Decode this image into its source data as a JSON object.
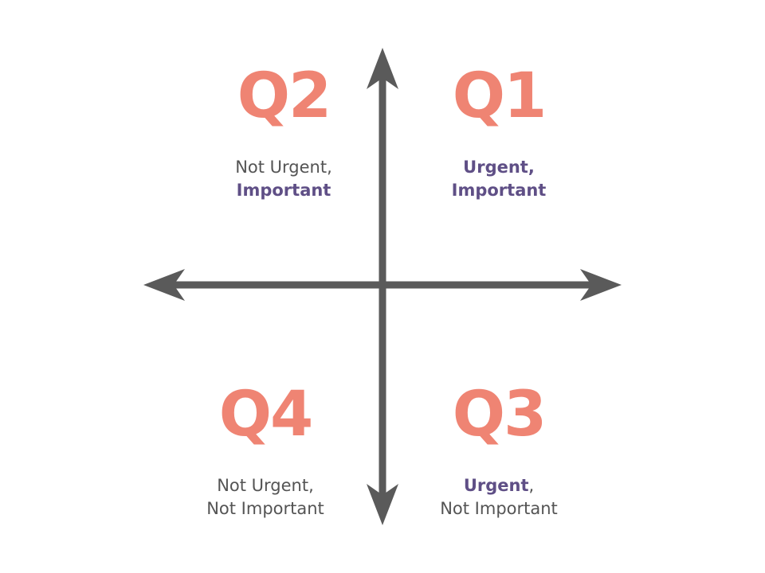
{
  "colors": {
    "axis": "#5a5a5a",
    "quadrant_title": "#ef8473",
    "emphasis": "#5f4f86",
    "text": "#545454"
  },
  "axes": {
    "horizontal": "double-arrow",
    "vertical": "double-arrow"
  },
  "quadrants": {
    "q2": {
      "title": "Q2",
      "line1": "Not Urgent,",
      "line2": "Important"
    },
    "q1": {
      "title": "Q1",
      "line1": "Urgent,",
      "line2": "Important"
    },
    "q4": {
      "title": "Q4",
      "line1": "Not Urgent,",
      "line2": "Not Important"
    },
    "q3": {
      "title": "Q3",
      "line1a": "Urgent",
      "line1b": ",",
      "line2": "Not Important"
    }
  }
}
